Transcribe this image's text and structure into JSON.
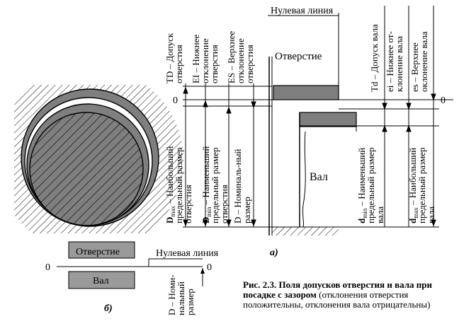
{
  "labels": {
    "zero_line_top": "Нулевая линия",
    "zero_line_bottom": "Нулевая линия",
    "hole": "Отверстие",
    "shaft": "Вал",
    "zero_symbol": "0",
    "panel_a": "а)",
    "panel_b": "б)"
  },
  "hole_deviations": {
    "td": [
      "TD – Допуск",
      "отверстия"
    ],
    "ei": [
      "EI – Нижнее",
      "отклонение",
      "отверстия"
    ],
    "es": [
      "ES – Верхнее",
      "отклонение",
      "отверстия"
    ]
  },
  "hole_sizes": {
    "dmax": [
      "max",
      "– Наибольший",
      "предельный размер",
      "отверстия"
    ],
    "dmin": [
      "min",
      "– Наименьший",
      "предельный размер",
      "отверстия"
    ],
    "dnom": [
      "D – Номиналь-ный",
      "размер"
    ]
  },
  "shaft_deviations": {
    "td": "Td – Допуск вала",
    "ei": [
      "ei – Нижнее от-",
      "клонение вала"
    ],
    "es": [
      "es – Верхнее",
      "оклонение вала"
    ]
  },
  "shaft_sizes": {
    "dmin": [
      "min",
      "– Наименьший",
      "предельный размер",
      "вала"
    ],
    "dmax": [
      "max",
      "– Наибольший",
      "предельный размер",
      "вала"
    ]
  },
  "bottom_nominal": [
    "D – Номи-",
    "нальный",
    "размер"
  ],
  "caption": {
    "title": "Рис. 2.3. Поля допусков отверстия и вала при посадке с зазором",
    "rest": " (отклонения отверстия положительны, отклонения вала отрицательны)"
  }
}
